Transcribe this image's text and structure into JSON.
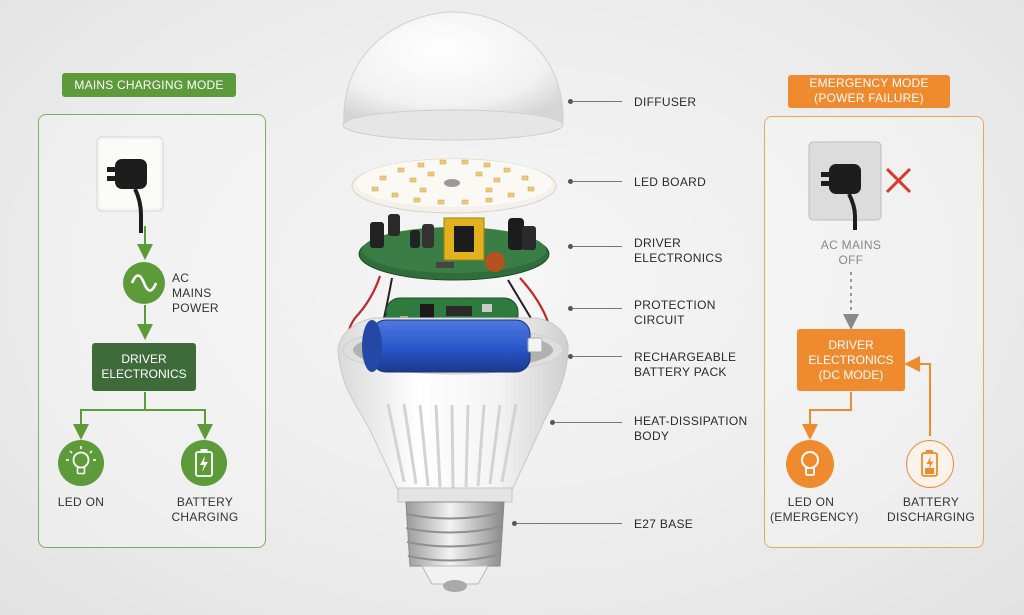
{
  "mains": {
    "title": "MAINS CHARGING MODE",
    "ac_label": [
      "AC MAINS",
      "POWER"
    ],
    "driver_label": [
      "DRIVER",
      "ELECTRONICS"
    ],
    "led_label": "LED ON",
    "battery_label": [
      "BATTERY",
      "CHARGING"
    ]
  },
  "emergency": {
    "title": [
      "EMERGENCY MODE",
      "(POWER FAILURE)"
    ],
    "ac_label": [
      "AC MAINS",
      "OFF"
    ],
    "driver_label": [
      "DRIVER",
      "ELECTRONICS",
      "(DC MODE)"
    ],
    "led_label": [
      "LED ON",
      "(EMERGENCY)"
    ],
    "battery_label": [
      "BATTERY",
      "DISCHARGING"
    ]
  },
  "parts": {
    "diffuser": [
      "DIFFUSER"
    ],
    "led_board": [
      "LED BOARD"
    ],
    "driver": [
      "DRIVER",
      "ELECTRONICS"
    ],
    "protection": [
      "PROTECTION",
      "CIRCUIT"
    ],
    "battery": [
      "RECHARGEABLE",
      "BATTERY PACK"
    ],
    "body": [
      "HEAT-DISSIPATION",
      "BODY"
    ],
    "base": [
      "E27 BASE"
    ]
  },
  "colors": {
    "green": "#5d9a3a",
    "dark_green": "#3f6b3a",
    "orange": "#f08a2e",
    "battery_blue": "#2a55c8",
    "pcb_green": "#2f6e3a",
    "red_cross": "#d83a2a"
  }
}
